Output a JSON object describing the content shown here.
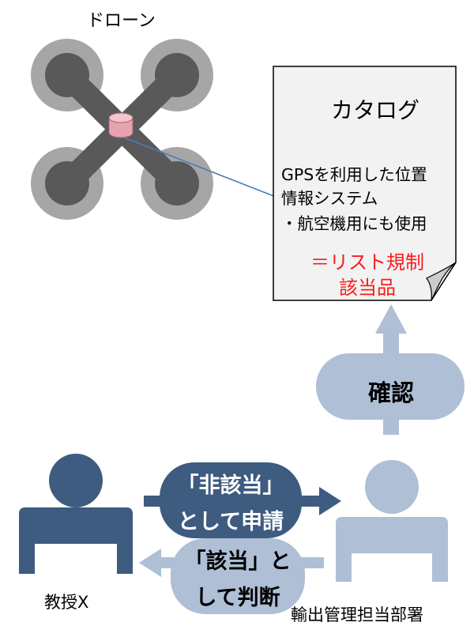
{
  "drone": {
    "label": "ドローン"
  },
  "catalog": {
    "title": "カタログ",
    "lines": [
      "GPSを利用した位置",
      "情報システム",
      "・航空機用にも使用"
    ],
    "red_lines": [
      "＝リスト規制",
      "該当品"
    ]
  },
  "check": {
    "label": "確認"
  },
  "request": {
    "line1": "「非該当」",
    "line2": "として申請"
  },
  "judgment": {
    "line1": "「該当」と",
    "line2": "して判断"
  },
  "professor": {
    "label": "教授X"
  },
  "department": {
    "label": "輸出管理担当部署"
  },
  "colors": {
    "drone_body": "#595959",
    "drone_rotor_ring": "#a6a6a6",
    "sensor": "#e6a3b0",
    "connector_line": "#4a7eb5",
    "document_fill": "#f2f2f2",
    "highlight_red": "#ff1a1a",
    "dark_blue": "#3e5b80",
    "light_blue": "#aebfd6",
    "medium_blue": "#8aa0bf"
  }
}
